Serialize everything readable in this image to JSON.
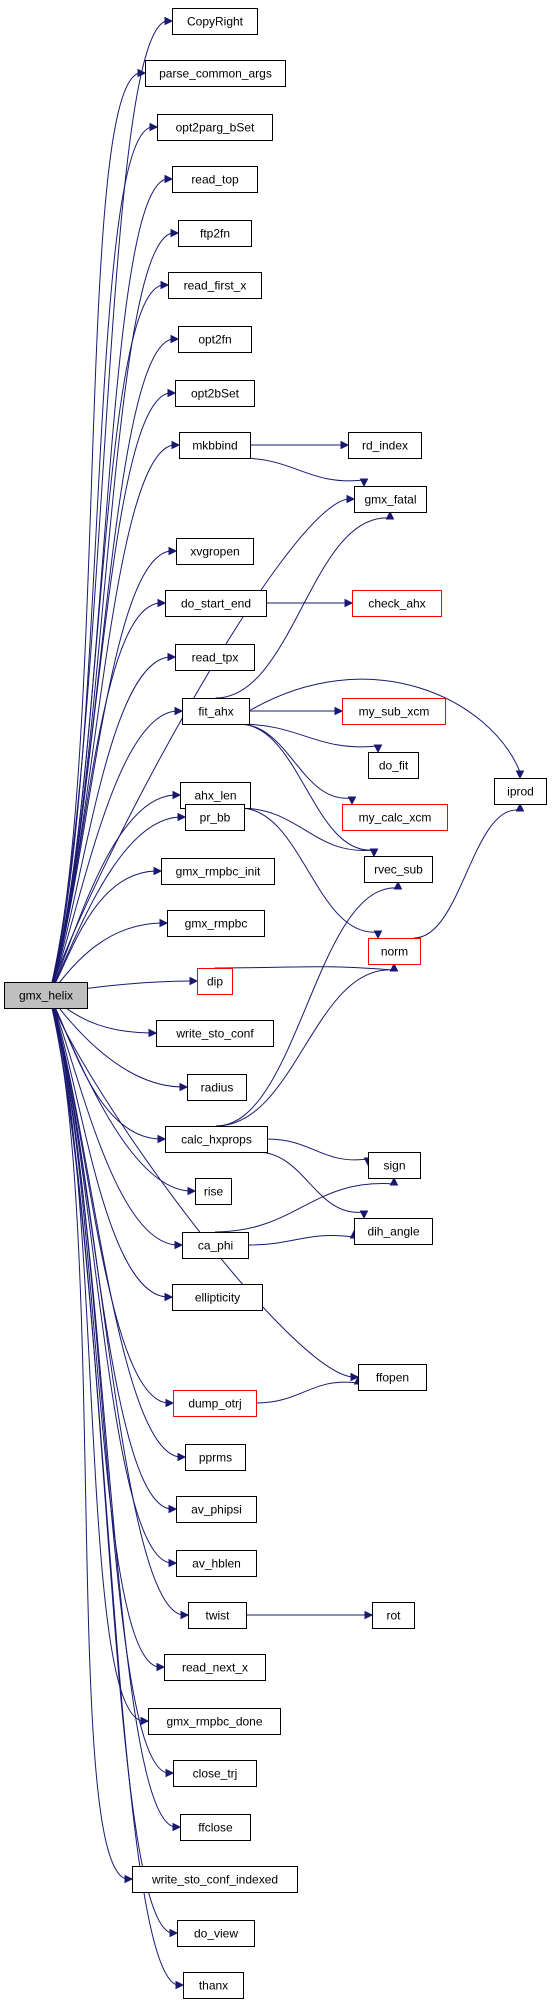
{
  "colors": {
    "edge": "#191970",
    "border": "#000000",
    "red_border": "#ff0000",
    "root_fill": "#bfbfbf"
  },
  "nodes": [
    {
      "id": "gmx_helix",
      "label": "gmx_helix",
      "root": true,
      "red": false
    },
    {
      "id": "CopyRight",
      "label": "CopyRight",
      "red": false
    },
    {
      "id": "parse_common_args",
      "label": "parse_common_args",
      "red": false
    },
    {
      "id": "opt2parg_bSet",
      "label": "opt2parg_bSet",
      "red": false
    },
    {
      "id": "read_top",
      "label": "read_top",
      "red": false
    },
    {
      "id": "ftp2fn",
      "label": "ftp2fn",
      "red": false
    },
    {
      "id": "read_first_x",
      "label": "read_first_x",
      "red": false
    },
    {
      "id": "opt2fn",
      "label": "opt2fn",
      "red": false
    },
    {
      "id": "opt2bSet",
      "label": "opt2bSet",
      "red": false
    },
    {
      "id": "mkbbind",
      "label": "mkbbind",
      "red": false
    },
    {
      "id": "rd_index",
      "label": "rd_index",
      "red": false
    },
    {
      "id": "gmx_fatal",
      "label": "gmx_fatal",
      "red": false
    },
    {
      "id": "xvgropen",
      "label": "xvgropen",
      "red": false
    },
    {
      "id": "do_start_end",
      "label": "do_start_end",
      "red": false
    },
    {
      "id": "check_ahx",
      "label": "check_ahx",
      "red": true
    },
    {
      "id": "read_tpx",
      "label": "read_tpx",
      "red": false
    },
    {
      "id": "fit_ahx",
      "label": "fit_ahx",
      "red": false
    },
    {
      "id": "my_sub_xcm",
      "label": "my_sub_xcm",
      "red": true
    },
    {
      "id": "iprod",
      "label": "iprod",
      "red": false
    },
    {
      "id": "do_fit",
      "label": "do_fit",
      "red": false
    },
    {
      "id": "ahx_len",
      "label": "ahx_len",
      "red": false
    },
    {
      "id": "my_calc_xcm",
      "label": "my_calc_xcm",
      "red": true
    },
    {
      "id": "pr_bb",
      "label": "pr_bb",
      "red": false
    },
    {
      "id": "rvec_sub",
      "label": "rvec_sub",
      "red": false
    },
    {
      "id": "gmx_rmpbc_init",
      "label": "gmx_rmpbc_init",
      "red": false
    },
    {
      "id": "gmx_rmpbc",
      "label": "gmx_rmpbc",
      "red": false
    },
    {
      "id": "norm",
      "label": "norm",
      "red": true
    },
    {
      "id": "dip",
      "label": "dip",
      "red": true
    },
    {
      "id": "write_sto_conf",
      "label": "write_sto_conf",
      "red": false
    },
    {
      "id": "radius",
      "label": "radius",
      "red": false
    },
    {
      "id": "calc_hxprops",
      "label": "calc_hxprops",
      "red": false
    },
    {
      "id": "sign",
      "label": "sign",
      "red": false
    },
    {
      "id": "rise",
      "label": "rise",
      "red": false
    },
    {
      "id": "dih_angle",
      "label": "dih_angle",
      "red": false
    },
    {
      "id": "ca_phi",
      "label": "ca_phi",
      "red": false
    },
    {
      "id": "ellipticity",
      "label": "ellipticity",
      "red": false
    },
    {
      "id": "ffopen",
      "label": "ffopen",
      "red": false
    },
    {
      "id": "dump_otrj",
      "label": "dump_otrj",
      "red": true
    },
    {
      "id": "pprms",
      "label": "pprms",
      "red": false
    },
    {
      "id": "av_phipsi",
      "label": "av_phipsi",
      "red": false
    },
    {
      "id": "av_hblen",
      "label": "av_hblen",
      "red": false
    },
    {
      "id": "twist",
      "label": "twist",
      "red": false
    },
    {
      "id": "rot",
      "label": "rot",
      "red": false
    },
    {
      "id": "read_next_x",
      "label": "read_next_x",
      "red": false
    },
    {
      "id": "gmx_rmpbc_done",
      "label": "gmx_rmpbc_done",
      "red": false
    },
    {
      "id": "close_trj",
      "label": "close_trj",
      "red": false
    },
    {
      "id": "ffclose",
      "label": "ffclose",
      "red": false
    },
    {
      "id": "write_sto_conf_indexed",
      "label": "write_sto_conf_indexed",
      "red": false
    },
    {
      "id": "do_view",
      "label": "do_view",
      "red": false
    },
    {
      "id": "thanx",
      "label": "thanx",
      "red": false
    }
  ],
  "edges": [
    [
      "gmx_helix",
      "CopyRight"
    ],
    [
      "gmx_helix",
      "parse_common_args"
    ],
    [
      "gmx_helix",
      "opt2parg_bSet"
    ],
    [
      "gmx_helix",
      "read_top"
    ],
    [
      "gmx_helix",
      "ftp2fn"
    ],
    [
      "gmx_helix",
      "read_first_x"
    ],
    [
      "gmx_helix",
      "opt2fn"
    ],
    [
      "gmx_helix",
      "opt2bSet"
    ],
    [
      "gmx_helix",
      "mkbbind"
    ],
    [
      "gmx_helix",
      "gmx_fatal"
    ],
    [
      "gmx_helix",
      "xvgropen"
    ],
    [
      "gmx_helix",
      "do_start_end"
    ],
    [
      "gmx_helix",
      "read_tpx"
    ],
    [
      "gmx_helix",
      "fit_ahx"
    ],
    [
      "gmx_helix",
      "ahx_len"
    ],
    [
      "gmx_helix",
      "pr_bb"
    ],
    [
      "gmx_helix",
      "gmx_rmpbc_init"
    ],
    [
      "gmx_helix",
      "gmx_rmpbc"
    ],
    [
      "gmx_helix",
      "dip"
    ],
    [
      "gmx_helix",
      "write_sto_conf"
    ],
    [
      "gmx_helix",
      "radius"
    ],
    [
      "gmx_helix",
      "calc_hxprops"
    ],
    [
      "gmx_helix",
      "rise"
    ],
    [
      "gmx_helix",
      "ca_phi"
    ],
    [
      "gmx_helix",
      "ellipticity"
    ],
    [
      "gmx_helix",
      "ffopen"
    ],
    [
      "gmx_helix",
      "dump_otrj"
    ],
    [
      "gmx_helix",
      "pprms"
    ],
    [
      "gmx_helix",
      "av_phipsi"
    ],
    [
      "gmx_helix",
      "av_hblen"
    ],
    [
      "gmx_helix",
      "twist"
    ],
    [
      "gmx_helix",
      "read_next_x"
    ],
    [
      "gmx_helix",
      "gmx_rmpbc_done"
    ],
    [
      "gmx_helix",
      "close_trj"
    ],
    [
      "gmx_helix",
      "ffclose"
    ],
    [
      "gmx_helix",
      "write_sto_conf_indexed"
    ],
    [
      "gmx_helix",
      "do_view"
    ],
    [
      "gmx_helix",
      "thanx"
    ],
    [
      "mkbbind",
      "rd_index"
    ],
    [
      "mkbbind",
      "gmx_fatal"
    ],
    [
      "do_start_end",
      "check_ahx"
    ],
    [
      "fit_ahx",
      "gmx_fatal"
    ],
    [
      "fit_ahx",
      "my_sub_xcm"
    ],
    [
      "fit_ahx",
      "iprod"
    ],
    [
      "fit_ahx",
      "do_fit"
    ],
    [
      "fit_ahx",
      "my_calc_xcm"
    ],
    [
      "fit_ahx",
      "rvec_sub"
    ],
    [
      "ahx_len",
      "rvec_sub"
    ],
    [
      "ahx_len",
      "norm"
    ],
    [
      "norm",
      "iprod"
    ],
    [
      "dip",
      "norm"
    ],
    [
      "calc_hxprops",
      "rvec_sub"
    ],
    [
      "calc_hxprops",
      "norm"
    ],
    [
      "calc_hxprops",
      "sign"
    ],
    [
      "calc_hxprops",
      "dih_angle"
    ],
    [
      "ca_phi",
      "sign"
    ],
    [
      "ca_phi",
      "dih_angle"
    ],
    [
      "dump_otrj",
      "ffopen"
    ],
    [
      "twist",
      "rot"
    ]
  ]
}
